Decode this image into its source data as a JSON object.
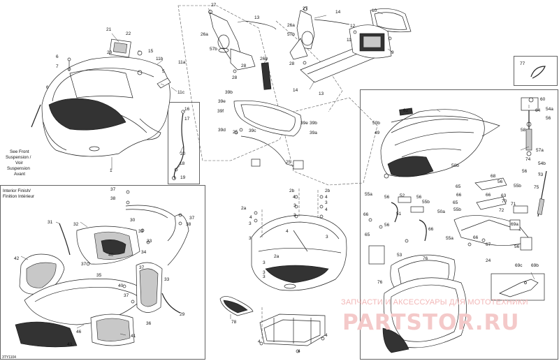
{
  "diagram_code": "3TY1104",
  "notes": {
    "see_front_suspension": [
      "See Front",
      "Suspension /",
      "Voir",
      "Suspension",
      "Avant"
    ],
    "interior_finish": [
      "Interior Finish/",
      "Finition Intérieur"
    ]
  },
  "watermark": {
    "caption": "ЗАПЧАСТИ И АКСЕССУАРЫ ДЛЯ МОТОТЕХНИКИ",
    "logo": "PARTSTOR.RU"
  },
  "labels": [
    {
      "id": "l27a",
      "text": "27"
    },
    {
      "id": "l26a",
      "text": "26a"
    },
    {
      "id": "l57b",
      "text": "57b"
    },
    {
      "id": "l28a",
      "text": "28"
    },
    {
      "id": "l28b",
      "text": "28"
    },
    {
      "id": "l13a",
      "text": "13"
    },
    {
      "id": "l26b",
      "text": "26b"
    },
    {
      "id": "l27b",
      "text": "27"
    },
    {
      "id": "l26c",
      "text": "26a"
    },
    {
      "id": "l57c",
      "text": "57b"
    },
    {
      "id": "l28c",
      "text": "28"
    },
    {
      "id": "l14a",
      "text": "14"
    },
    {
      "id": "l14b",
      "text": "14"
    },
    {
      "id": "l13b",
      "text": "13"
    },
    {
      "id": "l10",
      "text": "10"
    },
    {
      "id": "l12",
      "text": "12"
    },
    {
      "id": "l11a",
      "text": "11"
    },
    {
      "id": "l9",
      "text": "9"
    },
    {
      "id": "l21",
      "text": "21"
    },
    {
      "id": "l22",
      "text": "22"
    },
    {
      "id": "l23",
      "text": "23"
    },
    {
      "id": "l15",
      "text": "15"
    },
    {
      "id": "l6a",
      "text": "6"
    },
    {
      "id": "l7",
      "text": "7"
    },
    {
      "id": "l11b",
      "text": "11b"
    },
    {
      "id": "l11ax",
      "text": "11a"
    },
    {
      "id": "l5",
      "text": "5"
    },
    {
      "id": "l11c",
      "text": "11c"
    },
    {
      "id": "l6b",
      "text": "6"
    },
    {
      "id": "l1",
      "text": "1"
    },
    {
      "id": "l16",
      "text": "16"
    },
    {
      "id": "l17",
      "text": "17"
    },
    {
      "id": "l20",
      "text": "20"
    },
    {
      "id": "l18",
      "text": "18"
    },
    {
      "id": "l19",
      "text": "19"
    },
    {
      "id": "l39b1",
      "text": "39b"
    },
    {
      "id": "l39e1",
      "text": "39e"
    },
    {
      "id": "l39f",
      "text": "39f"
    },
    {
      "id": "l39d",
      "text": "39d"
    },
    {
      "id": "l25a",
      "text": "25"
    },
    {
      "id": "l39c",
      "text": "39c"
    },
    {
      "id": "l39b2",
      "text": "39b"
    },
    {
      "id": "l39e2",
      "text": "39e"
    },
    {
      "id": "l39a",
      "text": "39a"
    },
    {
      "id": "l25b",
      "text": "25"
    },
    {
      "id": "l77",
      "text": "77"
    },
    {
      "id": "l62",
      "text": "62"
    },
    {
      "id": "l60",
      "text": "60"
    },
    {
      "id": "l64",
      "text": "64"
    },
    {
      "id": "l54a",
      "text": "54a"
    },
    {
      "id": "l50b1",
      "text": "50b"
    },
    {
      "id": "l56a",
      "text": "56"
    },
    {
      "id": "l49",
      "text": "49"
    },
    {
      "id": "l58",
      "text": "58"
    },
    {
      "id": "l57a",
      "text": "57a"
    },
    {
      "id": "l50b2",
      "text": "50b"
    },
    {
      "id": "l74",
      "text": "74"
    },
    {
      "id": "l54b",
      "text": "54b"
    },
    {
      "id": "l56b",
      "text": "56"
    },
    {
      "id": "l73",
      "text": "73"
    },
    {
      "id": "l75",
      "text": "75"
    },
    {
      "id": "l68",
      "text": "68"
    },
    {
      "id": "l65a",
      "text": "65"
    },
    {
      "id": "l66a",
      "text": "66"
    },
    {
      "id": "l55b1",
      "text": "55b"
    },
    {
      "id": "l56c",
      "text": "56"
    },
    {
      "id": "l63",
      "text": "63"
    },
    {
      "id": "l66b",
      "text": "66"
    },
    {
      "id": "l70",
      "text": "70"
    },
    {
      "id": "l71",
      "text": "71"
    },
    {
      "id": "l72",
      "text": "72"
    },
    {
      "id": "l55b2",
      "text": "55b"
    },
    {
      "id": "l65b",
      "text": "65"
    },
    {
      "id": "l69a",
      "text": "69a"
    },
    {
      "id": "l66c",
      "text": "66"
    },
    {
      "id": "l67",
      "text": "67"
    },
    {
      "id": "l56d",
      "text": "56"
    },
    {
      "id": "l24",
      "text": "24"
    },
    {
      "id": "l69c",
      "text": "69c"
    },
    {
      "id": "l69b",
      "text": "69b"
    },
    {
      "id": "l55a",
      "text": "55a"
    },
    {
      "id": "l56e",
      "text": "56"
    },
    {
      "id": "l52",
      "text": "52"
    },
    {
      "id": "l56f",
      "text": "56"
    },
    {
      "id": "l55b3",
      "text": "55b"
    },
    {
      "id": "l51",
      "text": "51"
    },
    {
      "id": "l50a",
      "text": "50a"
    },
    {
      "id": "l66d",
      "text": "66"
    },
    {
      "id": "l56g",
      "text": "56"
    },
    {
      "id": "l65c",
      "text": "65"
    },
    {
      "id": "l66e",
      "text": "66"
    },
    {
      "id": "l55a2",
      "text": "55a"
    },
    {
      "id": "l53",
      "text": "53"
    },
    {
      "id": "l76a",
      "text": "76"
    },
    {
      "id": "l76b",
      "text": "76"
    },
    {
      "id": "l37a",
      "text": "37"
    },
    {
      "id": "l38a",
      "text": "38"
    },
    {
      "id": "l30",
      "text": "30"
    },
    {
      "id": "l37b",
      "text": "37"
    },
    {
      "id": "l38b",
      "text": "38"
    },
    {
      "id": "l31",
      "text": "31"
    },
    {
      "id": "l32",
      "text": "32"
    },
    {
      "id": "l33a",
      "text": "33"
    },
    {
      "id": "l33b",
      "text": "33"
    },
    {
      "id": "l34",
      "text": "34"
    },
    {
      "id": "l40a",
      "text": "40"
    },
    {
      "id": "l42",
      "text": "42"
    },
    {
      "id": "l37c",
      "text": "37"
    },
    {
      "id": "l35",
      "text": "35"
    },
    {
      "id": "l37d",
      "text": "37"
    },
    {
      "id": "l33c",
      "text": "33"
    },
    {
      "id": "l40b",
      "text": "40"
    },
    {
      "id": "l37e",
      "text": "37"
    },
    {
      "id": "l29",
      "text": "29"
    },
    {
      "id": "l36",
      "text": "36"
    },
    {
      "id": "l46",
      "text": "46"
    },
    {
      "id": "l41",
      "text": "41"
    },
    {
      "id": "l43",
      "text": "43"
    },
    {
      "id": "l2a",
      "text": "2a"
    },
    {
      "id": "l2b1",
      "text": "2b"
    },
    {
      "id": "l2b2",
      "text": "2b"
    },
    {
      "id": "l3a",
      "text": "3"
    },
    {
      "id": "l3b",
      "text": "3"
    },
    {
      "id": "l4a",
      "text": "4"
    },
    {
      "id": "l4b",
      "text": "4"
    },
    {
      "id": "l4c",
      "text": "4"
    },
    {
      "id": "l4d",
      "text": "4"
    },
    {
      "id": "l4e",
      "text": "4"
    },
    {
      "id": "l3c",
      "text": "3"
    },
    {
      "id": "l3d",
      "text": "3"
    },
    {
      "id": "l3e",
      "text": "3"
    },
    {
      "id": "l3f",
      "text": "3"
    },
    {
      "id": "l2a2",
      "text": "2a"
    },
    {
      "id": "l3g",
      "text": "3"
    },
    {
      "id": "l3h",
      "text": "3"
    },
    {
      "id": "l3i",
      "text": "3"
    },
    {
      "id": "l78",
      "text": "78"
    },
    {
      "id": "l4f",
      "text": "4"
    },
    {
      "id": "l4g",
      "text": "4"
    },
    {
      "id": "l4h",
      "text": "4"
    }
  ]
}
